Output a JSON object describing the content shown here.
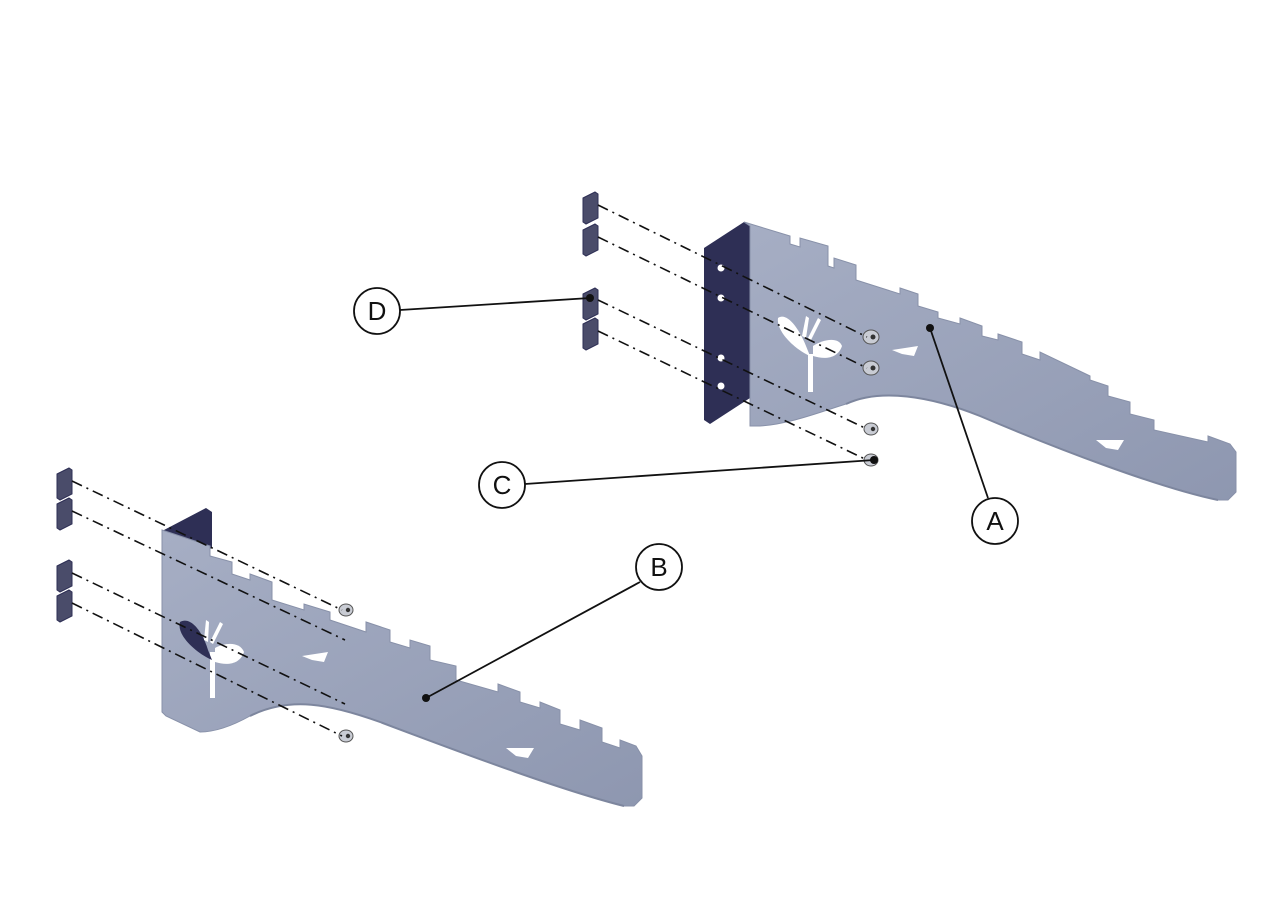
{
  "colors": {
    "plate": "#9aa3bb",
    "plate_edge": "#7d869e",
    "flange": "#2e2f55",
    "hole": "#ffffff",
    "bolt": "#c9ccd4",
    "nut": "#4a4c6a",
    "line": "#111111"
  },
  "callouts": {
    "a": {
      "letter": "A"
    },
    "b": {
      "letter": "B"
    },
    "c": {
      "letter": "C"
    },
    "d": {
      "letter": "D"
    }
  },
  "icons": {
    "bracket_a": "bracket-a-icon",
    "bracket_b": "bracket-b-icon",
    "nut": "square-nut-icon",
    "bolt": "cap-screw-icon"
  }
}
